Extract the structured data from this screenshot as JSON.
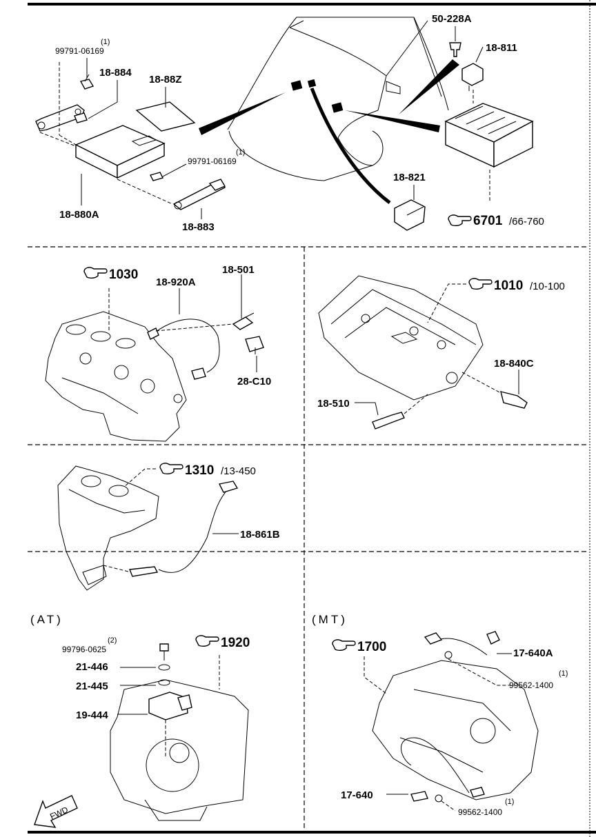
{
  "labels": {
    "p99791_06169_top": "99791-06169",
    "p99791_06169_top_qty": "(1)",
    "p18_884": "18-884",
    "p18_88z": "18-88Z",
    "p99791_06169_mid": "99791-06169",
    "p99791_06169_mid_qty": "(1)",
    "p18_880a": "18-880A",
    "p18_883": "18-883",
    "p50_228a": "50-228A",
    "p18_811": "18-811",
    "p18_821": "18-821",
    "ref_6701": "6701",
    "ref_6701_sub": "/66-760",
    "ref_1030": "1030",
    "p18_920a": "18-920A",
    "p18_501": "18-501",
    "p28_c10": "28-C10",
    "ref_1010": "1010",
    "ref_1010_sub": "/10-100",
    "p18_840c": "18-840C",
    "p18_510": "18-510",
    "ref_1310": "1310",
    "ref_1310_sub": "/13-450",
    "p18_861b": "18-861B",
    "cap_at": "(AT)",
    "cap_mt": "(MT)",
    "p99796_0625": "99796-0625",
    "p99796_0625_qty": "(2)",
    "p21_446": "21-446",
    "p21_445": "21-445",
    "p19_444": "19-444",
    "ref_1920": "1920",
    "ref_1700": "1700",
    "p17_640a": "17-640A",
    "p99562_1400_top": "99562-1400",
    "p99562_1400_top_qty": "(1)",
    "p17_640": "17-640",
    "p99562_1400_bot": "99562-1400",
    "p99562_1400_bot_qty": "(1)",
    "fwd": "FWD"
  },
  "icons": [
    "pointing-hand-icon",
    "fwd-arrow-icon"
  ]
}
